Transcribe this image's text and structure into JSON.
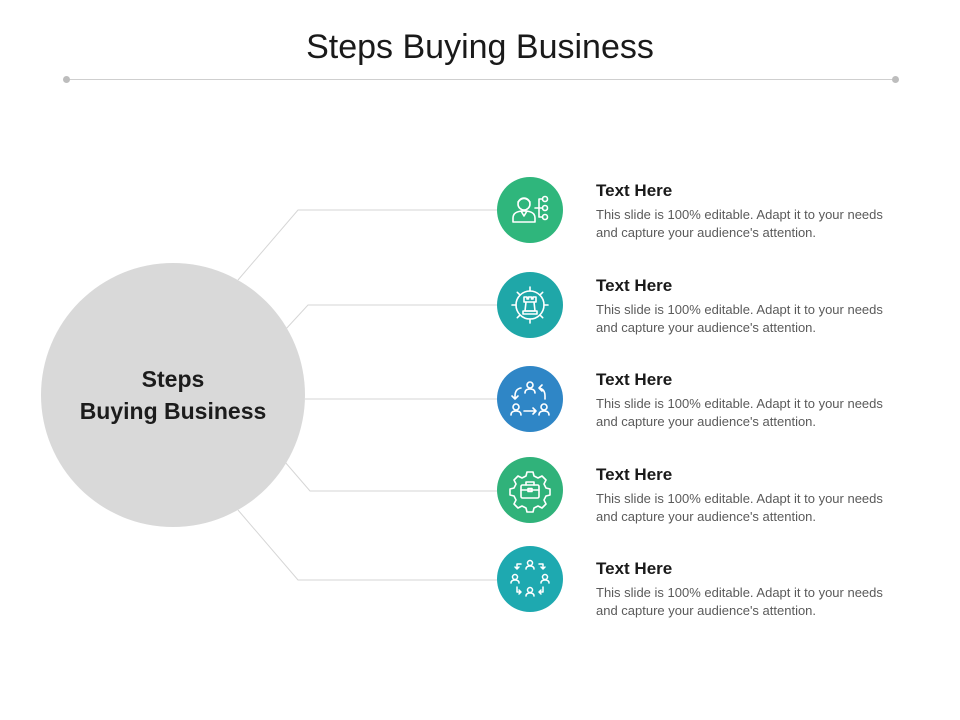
{
  "slide_title": "Steps Buying Business",
  "hub": {
    "line1": "Steps",
    "line2": "Buying Business"
  },
  "steps": [
    {
      "heading": "Text Here",
      "body": "This slide is 100% editable. Adapt it to your needs and capture your audience's attention.",
      "icon": "person-network-icon",
      "color": "#2fb67c"
    },
    {
      "heading": "Text Here",
      "body": "This slide is 100% editable. Adapt it to your needs and capture your audience's attention.",
      "icon": "chess-rook-gear-icon",
      "color": "#1fa7a8"
    },
    {
      "heading": "Text Here",
      "body": "This slide is 100% editable. Adapt it to your needs and capture your audience's attention.",
      "icon": "people-exchange-icon",
      "color": "#2f86c6"
    },
    {
      "heading": "Text Here",
      "body": "This slide is 100% editable. Adapt it to your needs and capture your audience's attention.",
      "icon": "briefcase-gear-icon",
      "color": "#30b27a"
    },
    {
      "heading": "Text Here",
      "body": "This slide is 100% editable. Adapt it to your needs and capture your audience's attention.",
      "icon": "people-cycle-icon",
      "color": "#1ea9b0"
    }
  ]
}
